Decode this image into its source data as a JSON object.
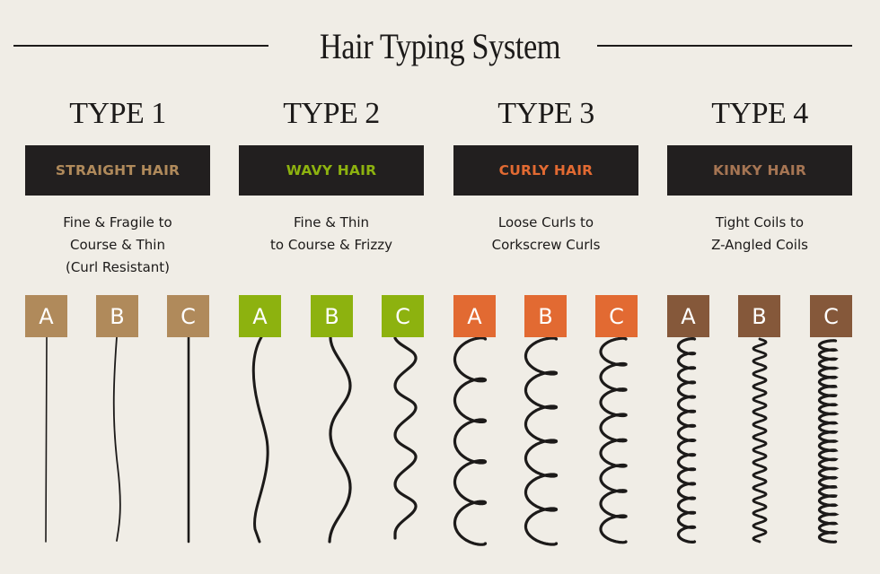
{
  "title": "Hair Typing System",
  "colors": {
    "background": "#f0ede6",
    "box": "#221f1f",
    "type1": "#b08a5b",
    "type2": "#8db20f",
    "type3": "#e26a32",
    "type4": "#85583a",
    "strand": "#1c1a19"
  },
  "types": [
    {
      "heading": "TYPE 1",
      "label": "STRAIGHT HAIR",
      "description": [
        "Fine & Fragile to",
        "Course & Thin",
        "(Curl Resistant)"
      ],
      "subtypes": [
        "A",
        "B",
        "C"
      ]
    },
    {
      "heading": "TYPE 2",
      "label": "WAVY HAIR",
      "description": [
        "Fine & Thin",
        "to Course & Frizzy"
      ],
      "subtypes": [
        "A",
        "B",
        "C"
      ]
    },
    {
      "heading": "TYPE 3",
      "label": "CURLY HAIR",
      "description": [
        "Loose Curls to",
        "Corkscrew Curls"
      ],
      "subtypes": [
        "A",
        "B",
        "C"
      ]
    },
    {
      "heading": "TYPE 4",
      "label": "KINKY HAIR",
      "description": [
        "Tight Coils to",
        "Z-Angled Coils"
      ],
      "subtypes": [
        "A",
        "B",
        "C"
      ]
    }
  ]
}
